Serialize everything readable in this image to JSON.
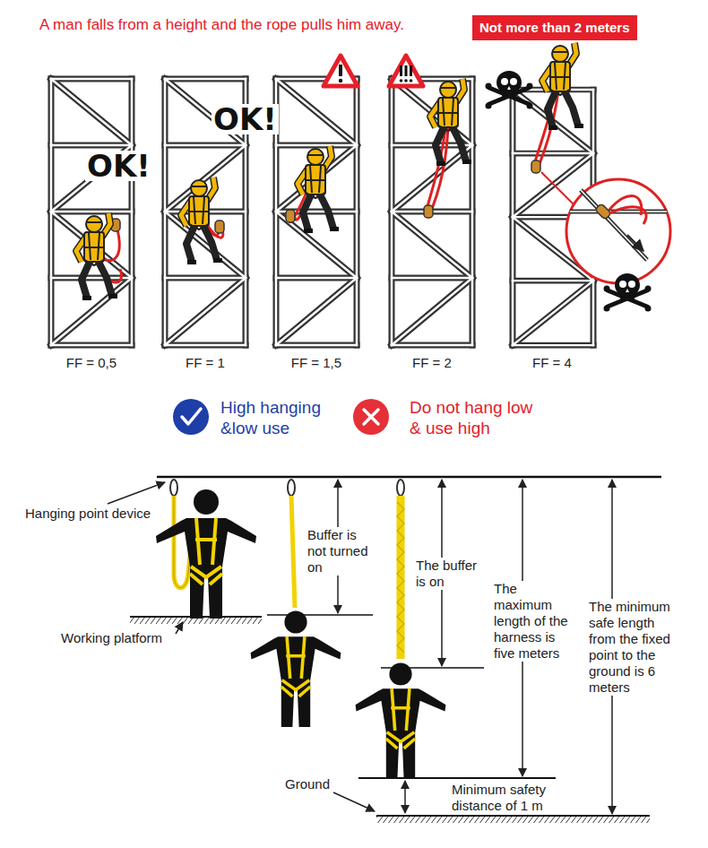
{
  "diagram": {
    "title": "A man falls from a height and the rope pulls him away.",
    "nodes": [
      {
        "text": [
          "Not more than 2 meters"
        ]
      }
    ],
    "labels": [
      "OK!",
      "OK!",
      "FF = 0,5",
      "FF = 1",
      "FF = 1,5",
      "FF = 2",
      "FF = 4",
      "High hanging &low use",
      "Do not hang low & use high",
      "Hanging point device",
      "Working platform",
      "Buffer is not turned on",
      "The buffer is on",
      "The maximum length of the harness is five meters",
      "The minimum safe length from the fixed point to the ground is 6 meters",
      "Ground",
      "Minimum safety distance of 1 m"
    ]
  }
}
